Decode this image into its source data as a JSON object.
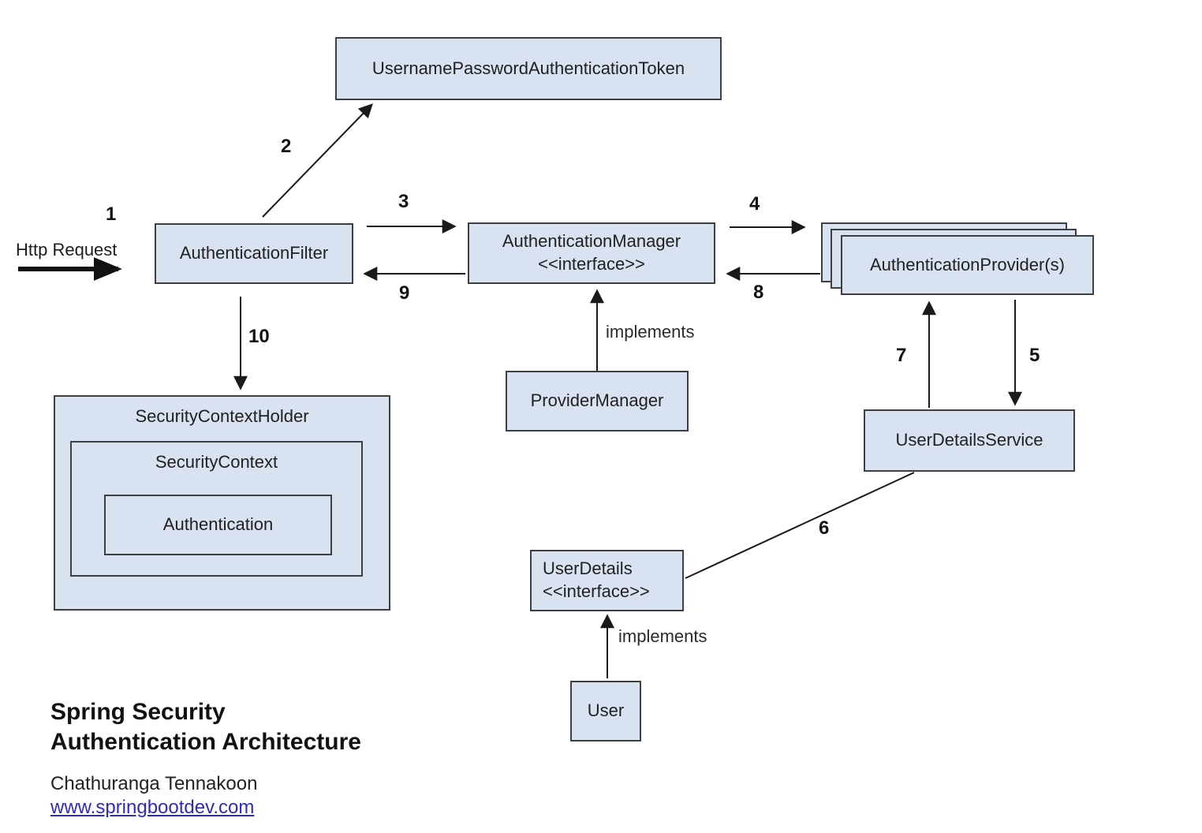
{
  "diagram": {
    "http_request_label": "Http Request",
    "boxes": {
      "token": "UsernamePasswordAuthenticationToken",
      "filter": "AuthenticationFilter",
      "manager_line1": "AuthenticationManager",
      "manager_line2": "<<interface>>",
      "providers": "AuthenticationProvider(s)",
      "provider_manager": "ProviderManager",
      "user_details_service": "UserDetailsService",
      "user_details_line1": "UserDetails",
      "user_details_line2": "<<interface>>",
      "user": "User",
      "security_context_holder": "SecurityContextHolder",
      "security_context": "SecurityContext",
      "authentication": "Authentication"
    },
    "edge_labels": {
      "implements_provider_manager": "implements",
      "implements_user": "implements"
    },
    "steps": {
      "s1": "1",
      "s2": "2",
      "s3": "3",
      "s4": "4",
      "s5": "5",
      "s6": "6",
      "s7": "7",
      "s8": "8",
      "s9": "9",
      "s10": "10"
    }
  },
  "footer": {
    "title_line1": "Spring Security",
    "title_line2": "Authentication Architecture",
    "author": "Chathuranga Tennakoon",
    "link": "www.springbootdev.com"
  },
  "colors": {
    "box_fill": "#d9e2f0",
    "box_border": "#3d4043",
    "line": "#1a1a1a",
    "link": "#2c2cc4"
  }
}
